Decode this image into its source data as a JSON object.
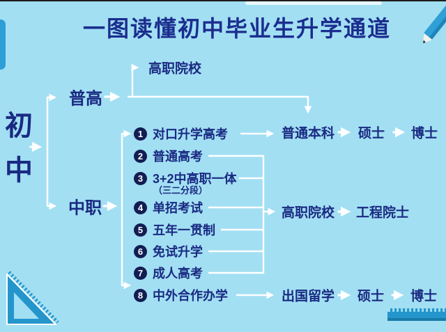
{
  "title": "一图读懂初中毕业生升学通道",
  "root": {
    "char1": "初",
    "char2": "中"
  },
  "branches": {
    "senior_high": "普高",
    "vocational": "中职"
  },
  "senior_high_target": "高职院校",
  "pathways": [
    {
      "num": "1",
      "label": "对口升学高考"
    },
    {
      "num": "2",
      "label": "普通高考"
    },
    {
      "num": "3",
      "label": "3+2中高职一体",
      "sub": "（三二分段）"
    },
    {
      "num": "4",
      "label": "单招考试"
    },
    {
      "num": "5",
      "label": "五年一贯制"
    },
    {
      "num": "6",
      "label": "免试升学"
    },
    {
      "num": "7",
      "label": "成人高考"
    },
    {
      "num": "8",
      "label": "中外合作办学"
    }
  ],
  "outcomes": {
    "top_row": {
      "college": "普通本科",
      "master": "硕士",
      "doctor": "博士"
    },
    "middle_row": {
      "college": "高职院校",
      "final": "工程院士"
    },
    "bottom_row": {
      "college": "出国留学",
      "master": "硕士",
      "doctor": "博士"
    }
  },
  "icons": {
    "pencil": "pencil-icon",
    "triangle_ruler": "triangle-ruler-icon",
    "ruler": "ruler-icon",
    "book_tab": "book-edge-icon"
  },
  "colors": {
    "background": "#a2dff3",
    "text_navy": "#1a2a82",
    "connector_white": "#ffffff",
    "badge_navy": "#121d52",
    "tool_blue": "#2b9cd3"
  }
}
